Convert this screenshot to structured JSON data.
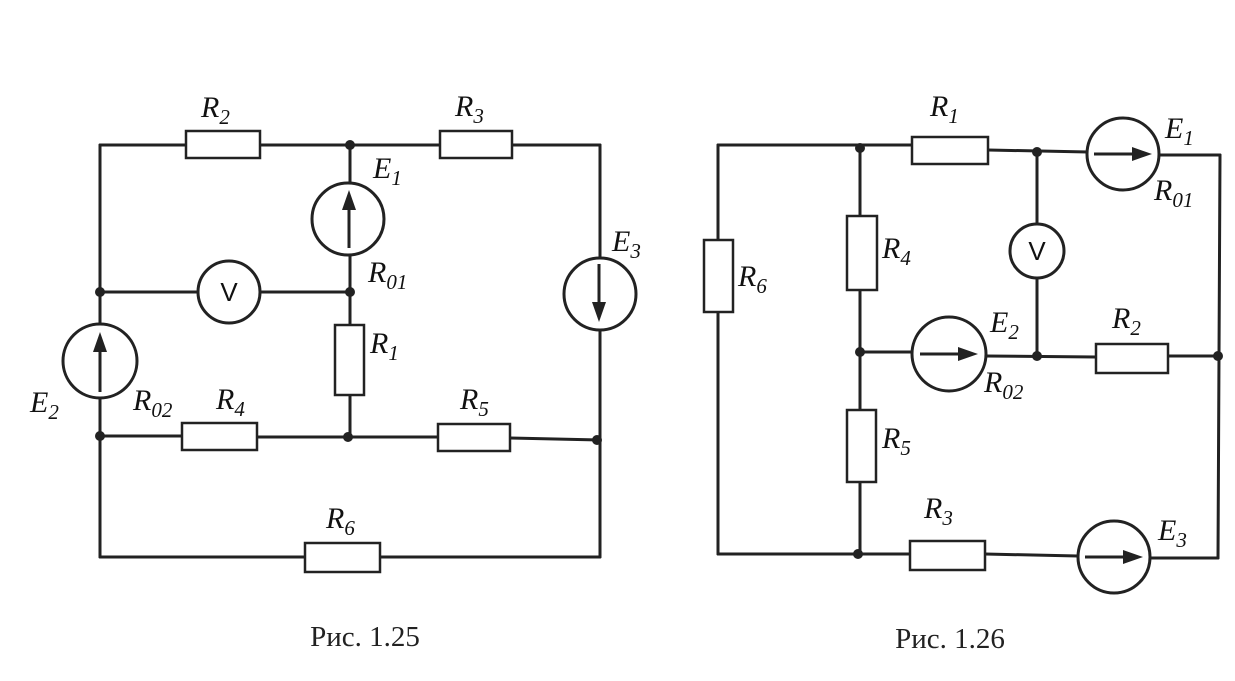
{
  "fig25": {
    "caption": "Рис. 1.25",
    "resistors": {
      "r2": {
        "main": "R",
        "sub": "2"
      },
      "r3": {
        "main": "R",
        "sub": "3"
      },
      "r1": {
        "main": "R",
        "sub": "1"
      },
      "r4": {
        "main": "R",
        "sub": "4"
      },
      "r5": {
        "main": "R",
        "sub": "5"
      },
      "r6": {
        "main": "R",
        "sub": "6"
      }
    },
    "sources": {
      "e1": {
        "main": "E",
        "sub": "1"
      },
      "e2": {
        "main": "E",
        "sub": "2"
      },
      "e3": {
        "main": "E",
        "sub": "3"
      }
    },
    "internal": {
      "r01": {
        "main": "R",
        "sub": "01"
      },
      "r02": {
        "main": "R",
        "sub": "02"
      }
    },
    "voltmeter": "V"
  },
  "fig26": {
    "caption": "Рис. 1.26",
    "resistors": {
      "r1": {
        "main": "R",
        "sub": "1"
      },
      "r2": {
        "main": "R",
        "sub": "2"
      },
      "r3": {
        "main": "R",
        "sub": "3"
      },
      "r4": {
        "main": "R",
        "sub": "4"
      },
      "r5": {
        "main": "R",
        "sub": "5"
      },
      "r6": {
        "main": "R",
        "sub": "6"
      }
    },
    "sources": {
      "e1": {
        "main": "E",
        "sub": "1"
      },
      "e2": {
        "main": "E",
        "sub": "2"
      },
      "e3": {
        "main": "E",
        "sub": "3"
      }
    },
    "internal": {
      "r01": {
        "main": "R",
        "sub": "01"
      },
      "r02": {
        "main": "R",
        "sub": "02"
      }
    },
    "voltmeter": "V"
  }
}
